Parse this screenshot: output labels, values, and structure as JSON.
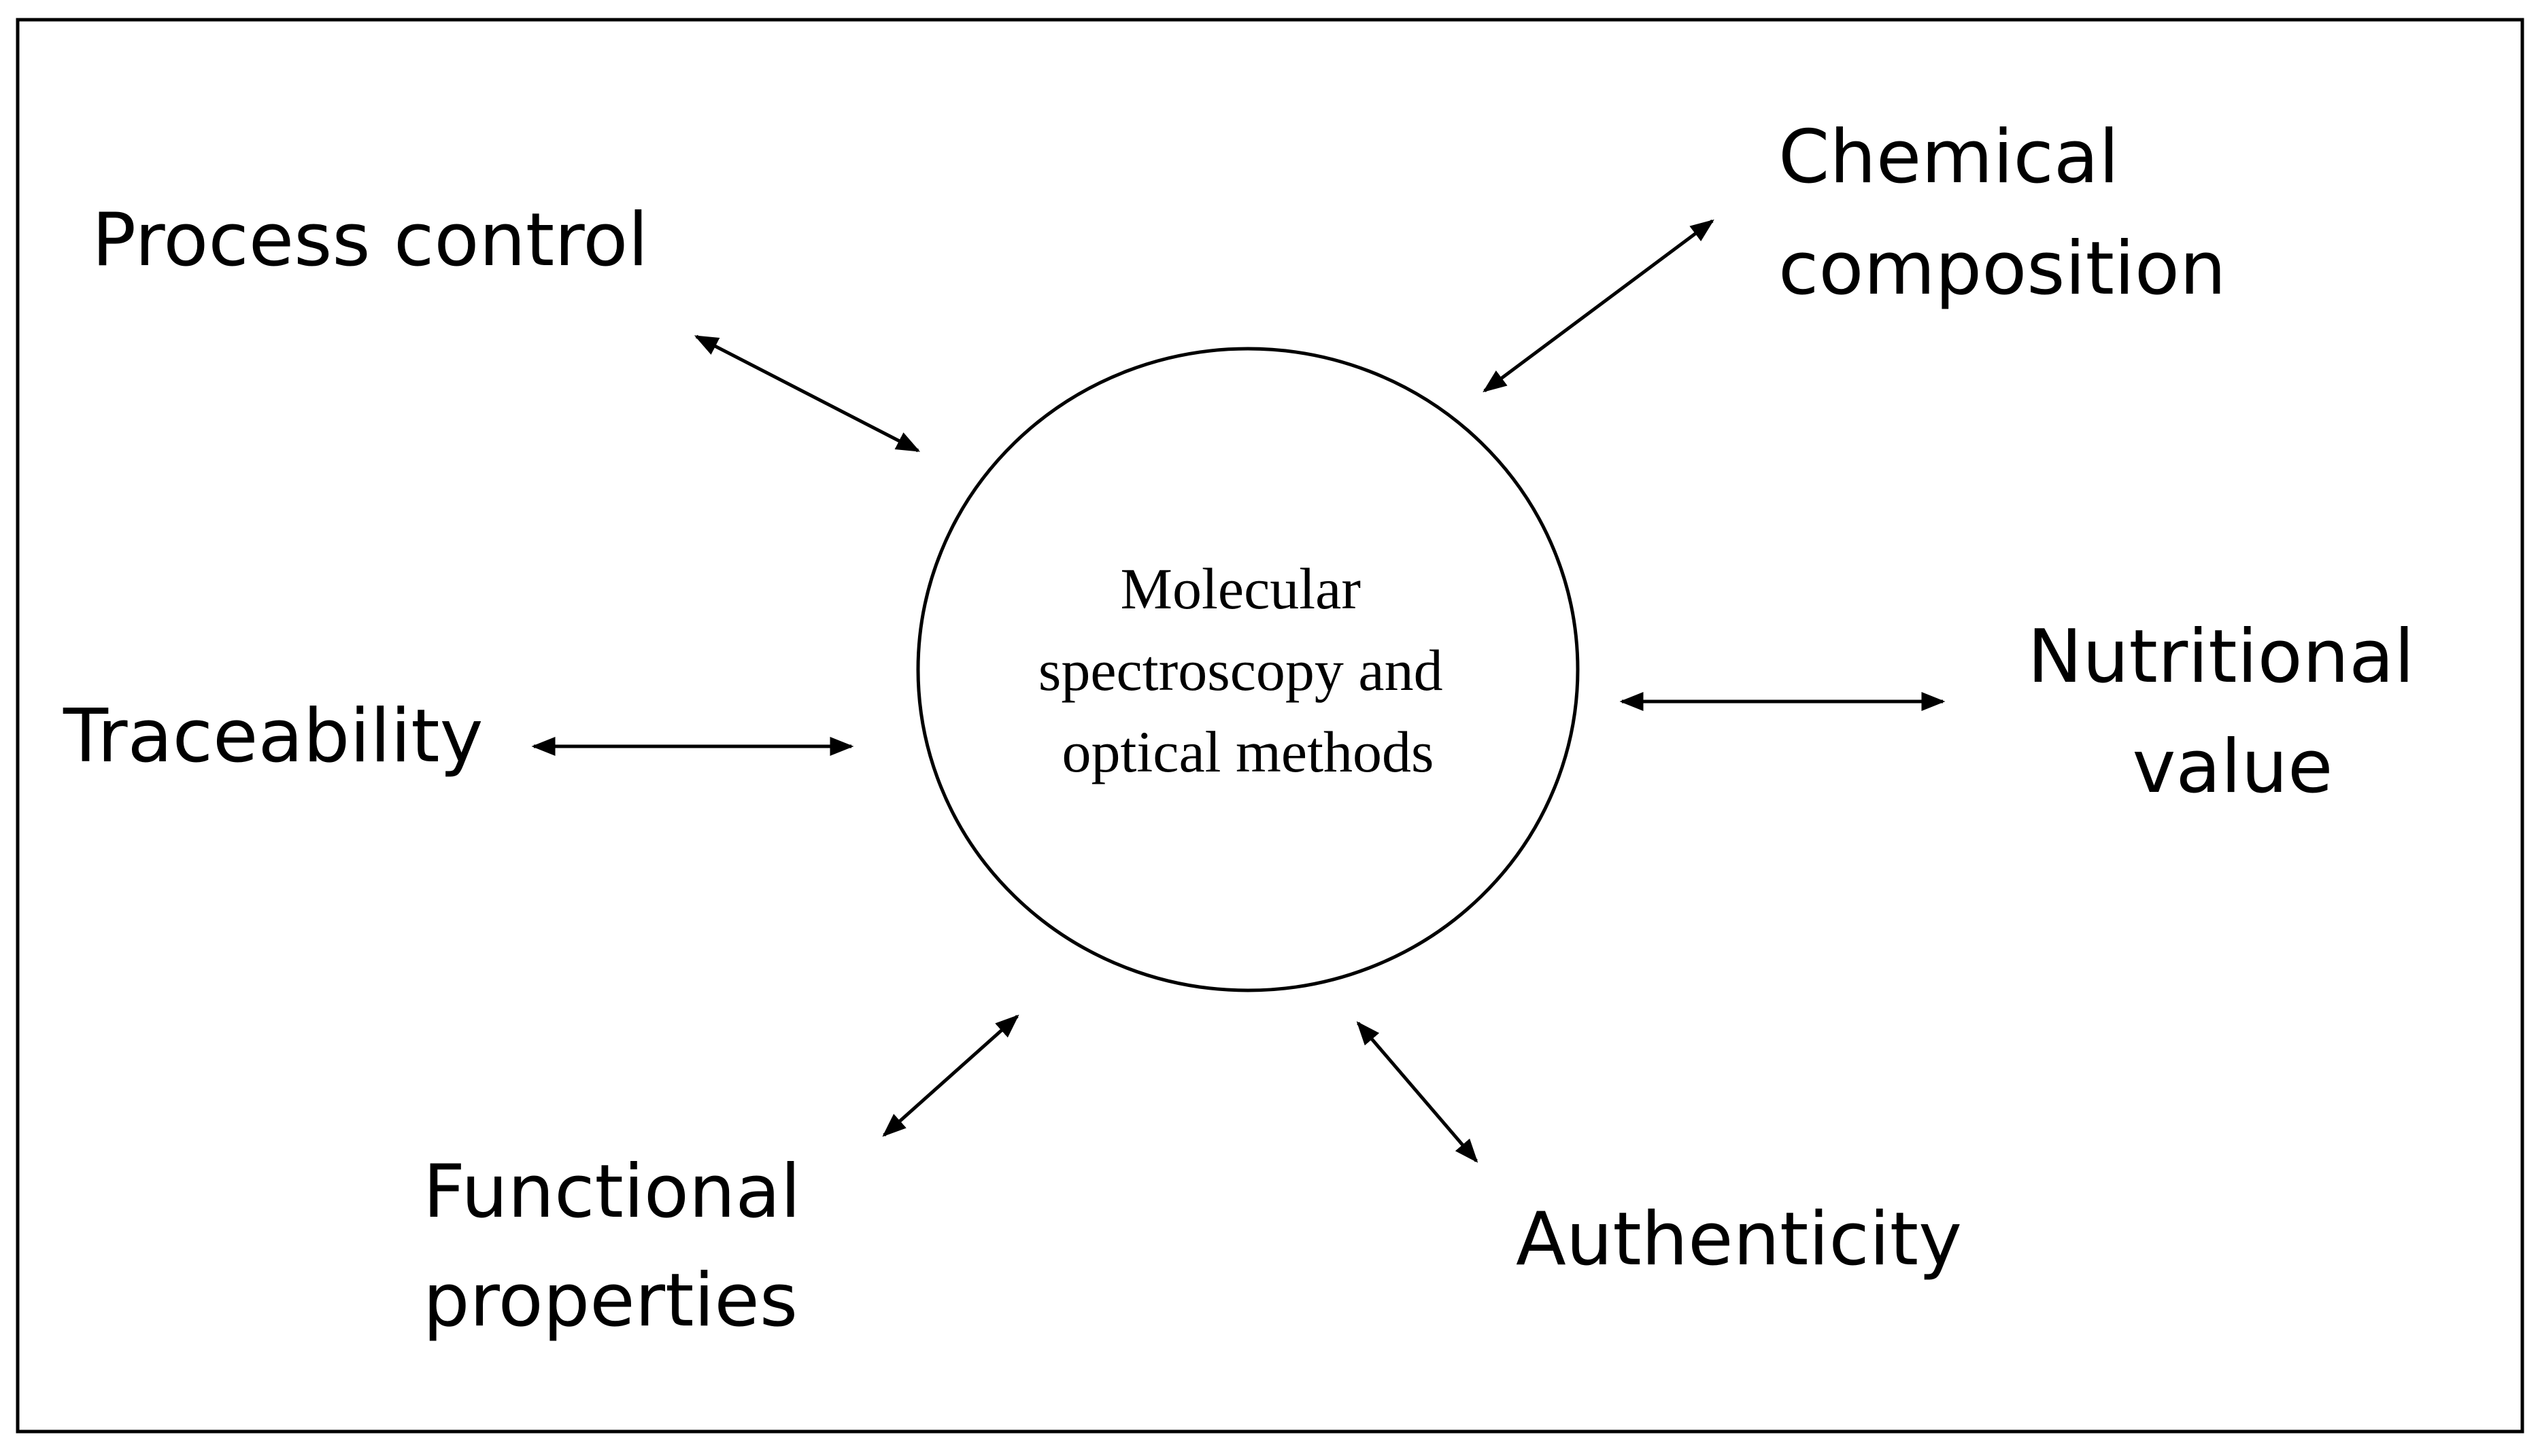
{
  "center": {
    "line1": "Molecular",
    "line2": "spectroscopy  and",
    "line3": "optical methods"
  },
  "nodes": {
    "process_control": "Process control",
    "chemical_composition": {
      "line1": "Chemical",
      "line2": "composition"
    },
    "traceability": "Traceability",
    "nutritional_value": {
      "line1": "Nutritional",
      "line2": "value"
    },
    "functional_properties": {
      "line1": "Functional",
      "line2": "properties"
    },
    "authenticity": "Authenticity"
  },
  "colors": {
    "stroke": "#000000",
    "background": "#ffffff"
  }
}
